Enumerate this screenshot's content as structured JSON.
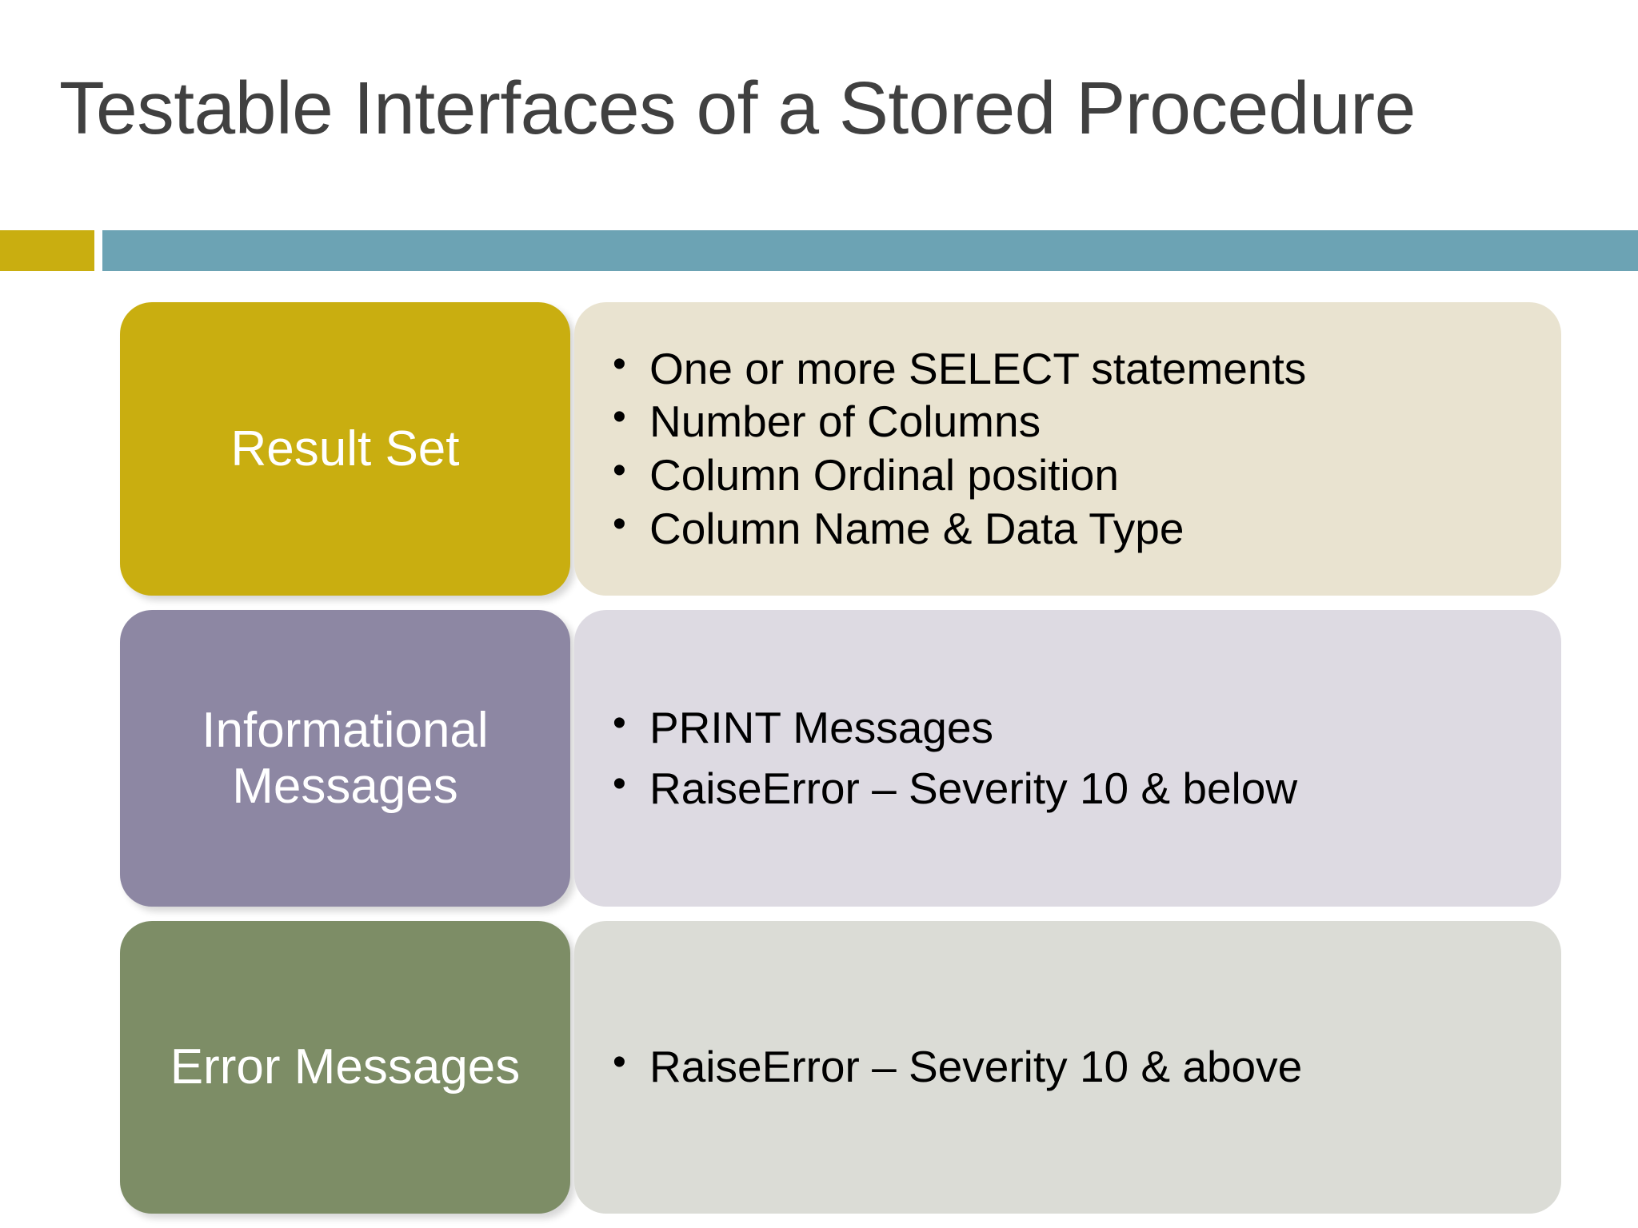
{
  "slide": {
    "title": "Testable Interfaces of a Stored Procedure",
    "accent_bar_gold_color": "#C9AE10",
    "accent_bar_blue_color": "#6CA3B4",
    "background_color": "#FFFFFF",
    "title_color": "#404040"
  },
  "rows": [
    {
      "label": "Result Set",
      "label_box_color": "#C9AE10",
      "panel_color": "#E9E3D0",
      "bullets": [
        "One or more SELECT statements",
        "Number of Columns",
        "Column Ordinal position",
        "Column Name & Data Type"
      ]
    },
    {
      "label": "Informational Messages",
      "label_box_color": "#8D87A3",
      "panel_color": "#DDDAE2",
      "bullets": [
        "PRINT Messages",
        "RaiseError – Severity 10 & below"
      ]
    },
    {
      "label": "Error Messages",
      "label_box_color": "#7D8D66",
      "panel_color": "#DBDCD6",
      "bullets": [
        "RaiseError – Severity 10 & above"
      ]
    }
  ]
}
